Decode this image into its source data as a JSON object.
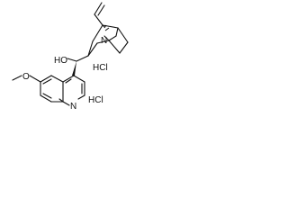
{
  "structure": {
    "labels": {
      "hydroxyl": "HO",
      "hcl_upper": "HCl",
      "hcl_lower": "HCl",
      "methoxy_oxygen": "O",
      "ring_nitrogen": "N",
      "bridge_nitrogen": "N"
    },
    "colors": {
      "bond": "#111111",
      "background": "#ffffff"
    }
  }
}
